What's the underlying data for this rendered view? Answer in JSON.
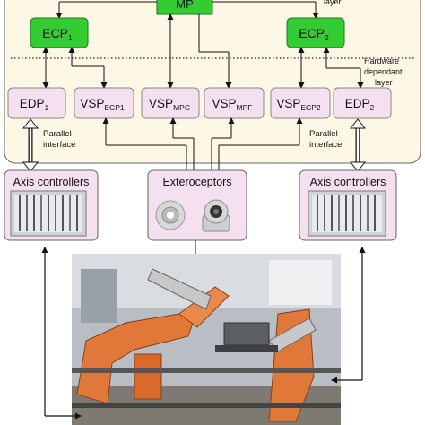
{
  "top": {
    "mp_label": "MP",
    "layer_top_fragment": "layer"
  },
  "green_nodes": [
    {
      "id": "ecp1",
      "text": "ECP",
      "sub": "1"
    },
    {
      "id": "ecp2",
      "text": "ECP",
      "sub": "2"
    }
  ],
  "layer_label": {
    "line1": "Hardware",
    "line2": "dependant",
    "line3": "layer"
  },
  "pink_nodes": [
    {
      "id": "edp1",
      "text": "EDP",
      "sub": "1"
    },
    {
      "id": "vspecp1",
      "text": "VSP",
      "sub": "ECP1"
    },
    {
      "id": "vspmpc",
      "text": "VSP",
      "sub": "MPC"
    },
    {
      "id": "vspmpf",
      "text": "VSP",
      "sub": "MPF"
    },
    {
      "id": "vspecp2",
      "text": "VSP",
      "sub": "ECP2"
    },
    {
      "id": "edp2",
      "text": "EDP",
      "sub": "2"
    }
  ],
  "interface_left": {
    "line1": "Parallel",
    "line2": "interface"
  },
  "interface_right": {
    "line1": "Parallel",
    "line2": "interface"
  },
  "bottom_boxes": {
    "axis_left": "Axis controllers",
    "exteroceptors": "Exteroceptors",
    "axis_right": "Axis controllers"
  },
  "colors": {
    "panel_bg": "#fdf8e6",
    "green": "#33cc33",
    "pink": "#f5e0f0",
    "box_border": "#555555"
  }
}
